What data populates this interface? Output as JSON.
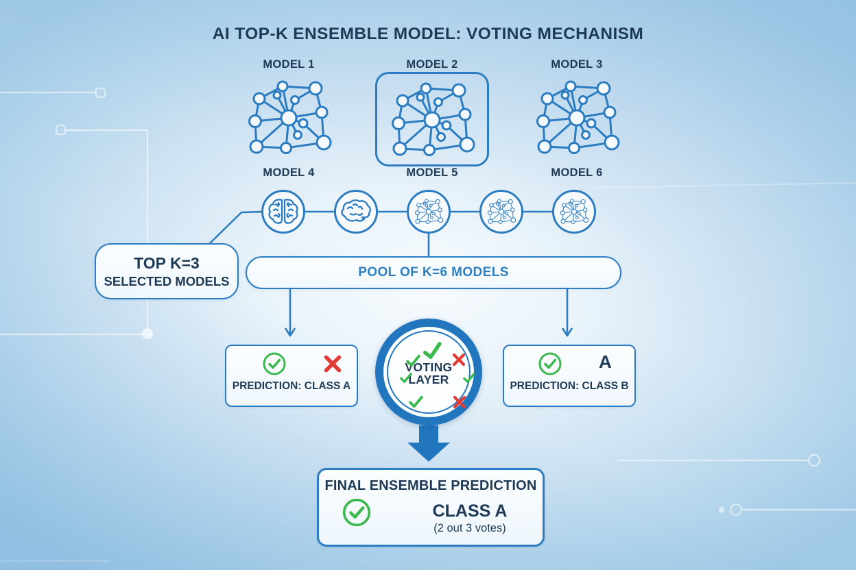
{
  "title": "AI TOP-K ENSEMBLE MODEL: VOTING MECHANISM",
  "models": {
    "top_labels": [
      "MODEL 1",
      "MODEL 2",
      "MODEL 3"
    ],
    "bottom_labels": [
      "MODEL 4",
      "MODEL 5",
      "MODEL 6"
    ]
  },
  "icon_row": [
    "brain-hemispheres-icon",
    "brain-side-icon",
    "network-icon",
    "network-icon",
    "network-icon"
  ],
  "top_k_box": {
    "line1": "TOP K=3",
    "line2": "SELECTED MODELS"
  },
  "pool_pill": {
    "label": "POOL OF K=6 MODELS"
  },
  "prediction_left": {
    "label": "PREDICTION: CLASS A"
  },
  "prediction_right": {
    "label": "PREDICTION: CLASS B",
    "letter": "A"
  },
  "voting_layer": {
    "line1": "VOTING",
    "line2": "LAYER"
  },
  "final_box": {
    "title": "FINAL ENSEMBLE PREDICTION",
    "class_label": "CLASS A",
    "votes": "(2 out 3 votes)"
  },
  "colors": {
    "accent_blue": "#2b7cc1",
    "thick_blue": "#2276bd",
    "dark_navy": "#1e3a56",
    "green": "#3cb94e",
    "red": "#e23a36",
    "background_edge": "#a0c9e6"
  }
}
